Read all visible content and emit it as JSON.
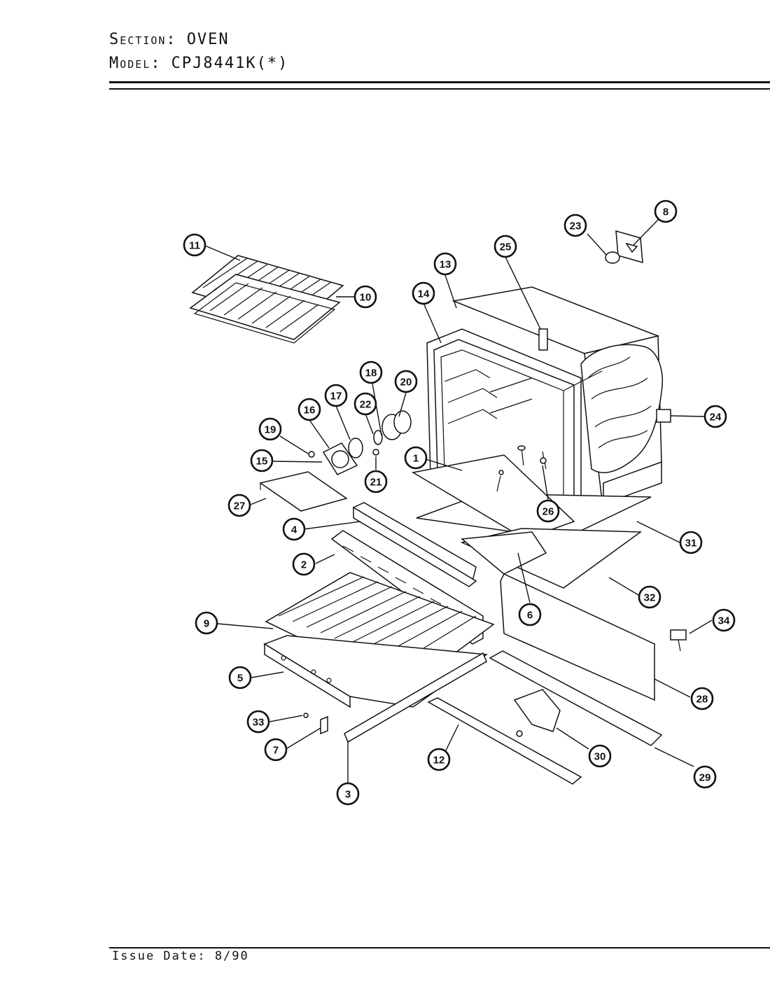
{
  "header": {
    "section_label": "Section:",
    "section_value": "OVEN",
    "model_label": "Model:",
    "model_value": "CPJ8441K(*)"
  },
  "footer": {
    "issue_date": "Issue Date: 8/90"
  },
  "callouts": [
    "1",
    "2",
    "3",
    "4",
    "5",
    "6",
    "7",
    "8",
    "9",
    "10",
    "11",
    "12",
    "13",
    "14",
    "15",
    "16",
    "17",
    "18",
    "19",
    "20",
    "21",
    "22",
    "23",
    "24",
    "25",
    "26",
    "27",
    "28",
    "29",
    "30",
    "31",
    "32",
    "33",
    "34"
  ]
}
